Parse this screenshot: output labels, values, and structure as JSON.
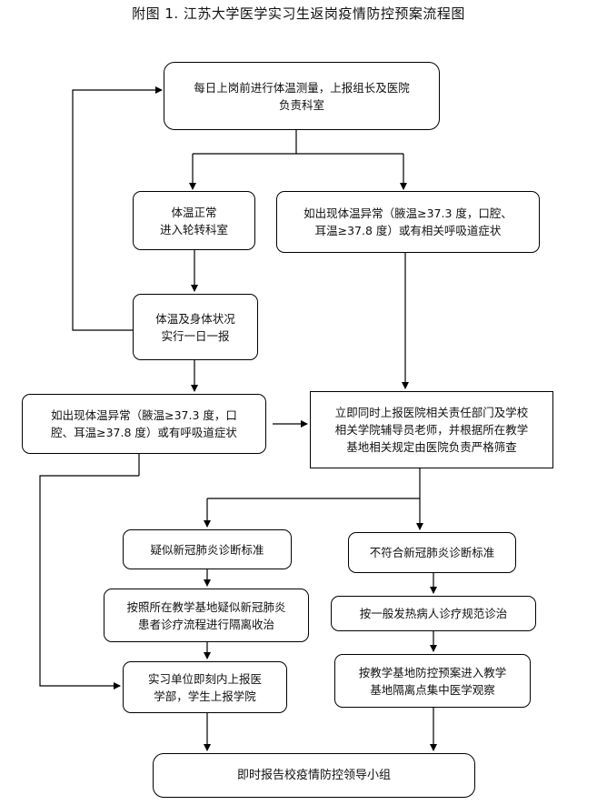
{
  "title": "附图 1. 江苏大学医学实习生返岗疫情防控预案流程图",
  "nodes": {
    "daily_check": "每日上岗前进行体温测量，上报组长及医院\n负责科室",
    "normal_temp": "体温正常\n进入轮转科室",
    "abnormal_1": "如出现体温异常（腋温≥37.3 度，口腔、\n耳温≥37.8 度）或有相关呼吸道症状",
    "daily_report": "体温及身体状况\n实行一日一报",
    "abnormal_2": "如出现体温异常（腋温≥37.3 度，口\n腔、耳温≥37.8 度）或有呼吸道症状",
    "report_hospital": "立即同时上报医院相关责任部门及学校\n相关学院辅导员老师，并根据所在教学\n基地相关规定由医院负责严格筛查",
    "suspected": "疑似新冠肺炎诊断标准",
    "not_meet": "不符合新冠肺炎诊断标准",
    "isolation": "按照所在教学基地疑似新冠肺炎\n患者诊疗流程进行隔离收治",
    "general_fever": "按一般发热病人诊疗规范诊治",
    "report_unit": "实习单位即刻内上报医\n学部，学生上报学院",
    "observation": "按教学基地防控预案进入教学\n基地隔离点集中医学观察",
    "leader_group": "即时报告校疫情防控领导小组"
  }
}
